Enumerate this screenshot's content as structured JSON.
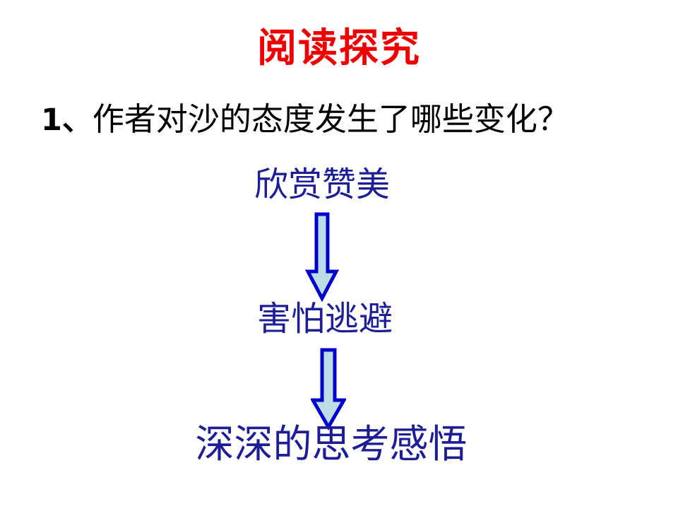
{
  "slide": {
    "background_color": "#ffffff",
    "title": {
      "text": "阅读探究",
      "color": "#ee0000"
    },
    "question": {
      "number": "1、",
      "text": "作者对沙的态度发生了哪些变化？",
      "color": "#000000"
    },
    "flow": {
      "label_color": "#1d1d96",
      "arrow_fill_color": "#bcdce6",
      "arrow_stroke_color": "#0000cc",
      "steps": [
        {
          "label": "欣赏赞美"
        },
        {
          "label": "害怕逃避"
        },
        {
          "label": "深深的思考感悟"
        }
      ],
      "arrows": [
        {
          "name": "down-arrow-icon",
          "direction": "down"
        },
        {
          "name": "down-arrow-icon",
          "direction": "down"
        }
      ]
    }
  }
}
